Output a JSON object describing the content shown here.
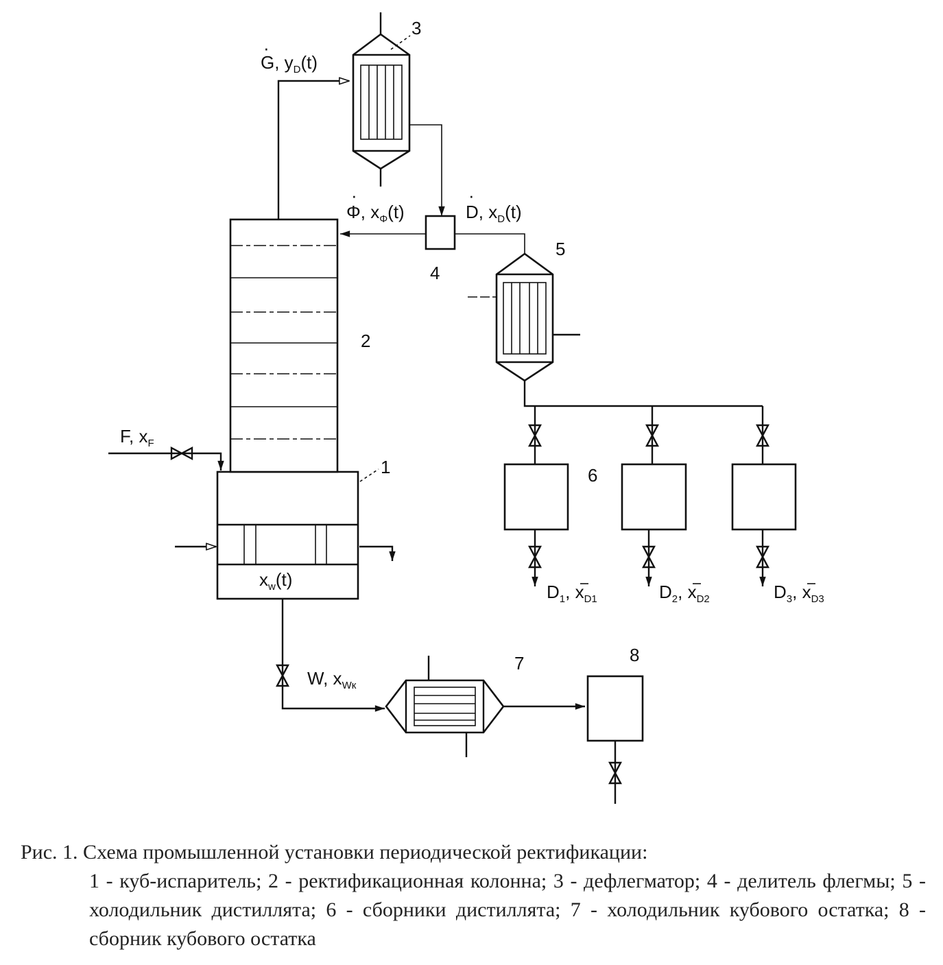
{
  "figure": {
    "labels": {
      "n1": "1",
      "n2": "2",
      "n3": "3",
      "n4": "4",
      "n5": "5",
      "n6": "6",
      "n7": "7",
      "n8": "8"
    },
    "streams": {
      "vapor": "G, y",
      "vapor_sub": "D",
      "vapor_arg": "(t)",
      "reflux": "Φ, x",
      "reflux_sub": "Φ",
      "reflux_arg": "(t)",
      "distillate": "D, x",
      "distillate_sub": "D",
      "distillate_arg": "(t)",
      "feed": "F, x",
      "feed_sub": "F",
      "bottoms_comp": "x",
      "bottoms_comp_sub": "w",
      "bottoms_comp_arg": "(t)",
      "residue": "W, x",
      "residue_sub": "Wк",
      "d1": "D",
      "d1_sub": "1",
      "d1_x": "x",
      "d1_x_sub": "D1",
      "d2": "D",
      "d2_sub": "2",
      "d2_x": "x",
      "d2_x_sub": "D2",
      "d3": "D",
      "d3_sub": "3",
      "d3_x": "x",
      "d3_x_sub": "D3"
    }
  },
  "caption": {
    "title": "Рис. 1. Схема промышленной установки периодической ректификации:",
    "legend": "1 - куб-испаритель; 2 - ректификационная колонна; 3 - дефлегматор; 4 - делитель флегмы; 5 - холодильник дистиллята; 6 - сборники дистиллята; 7 - холодильник кубового остатка; 8 - сборник кубового остатка"
  }
}
